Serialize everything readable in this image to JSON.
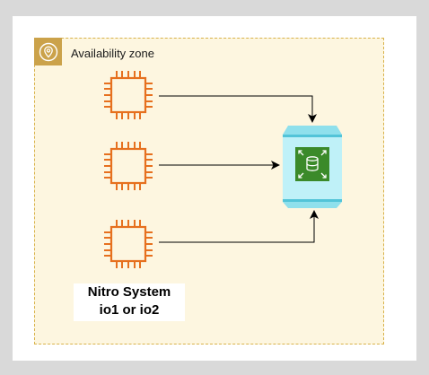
{
  "zone": {
    "label": "Availability zone",
    "icon": "location-pin-icon",
    "fill_color": "#fdf6e0",
    "border_color": "#d8b24a",
    "badge_color": "#cba24a"
  },
  "instances": [
    {
      "icon": "ec2-instance-chip-icon"
    },
    {
      "icon": "ec2-instance-chip-icon"
    },
    {
      "icon": "ec2-instance-chip-icon"
    }
  ],
  "instance_color": "#e6701e",
  "volume": {
    "icon": "ebs-volume-icon",
    "body_color": "#bff1f8",
    "edge_color": "#52c4d8",
    "inner_color": "#3b8a2a"
  },
  "caption": {
    "line1": "Nitro System",
    "line2": "io1 or io2"
  }
}
